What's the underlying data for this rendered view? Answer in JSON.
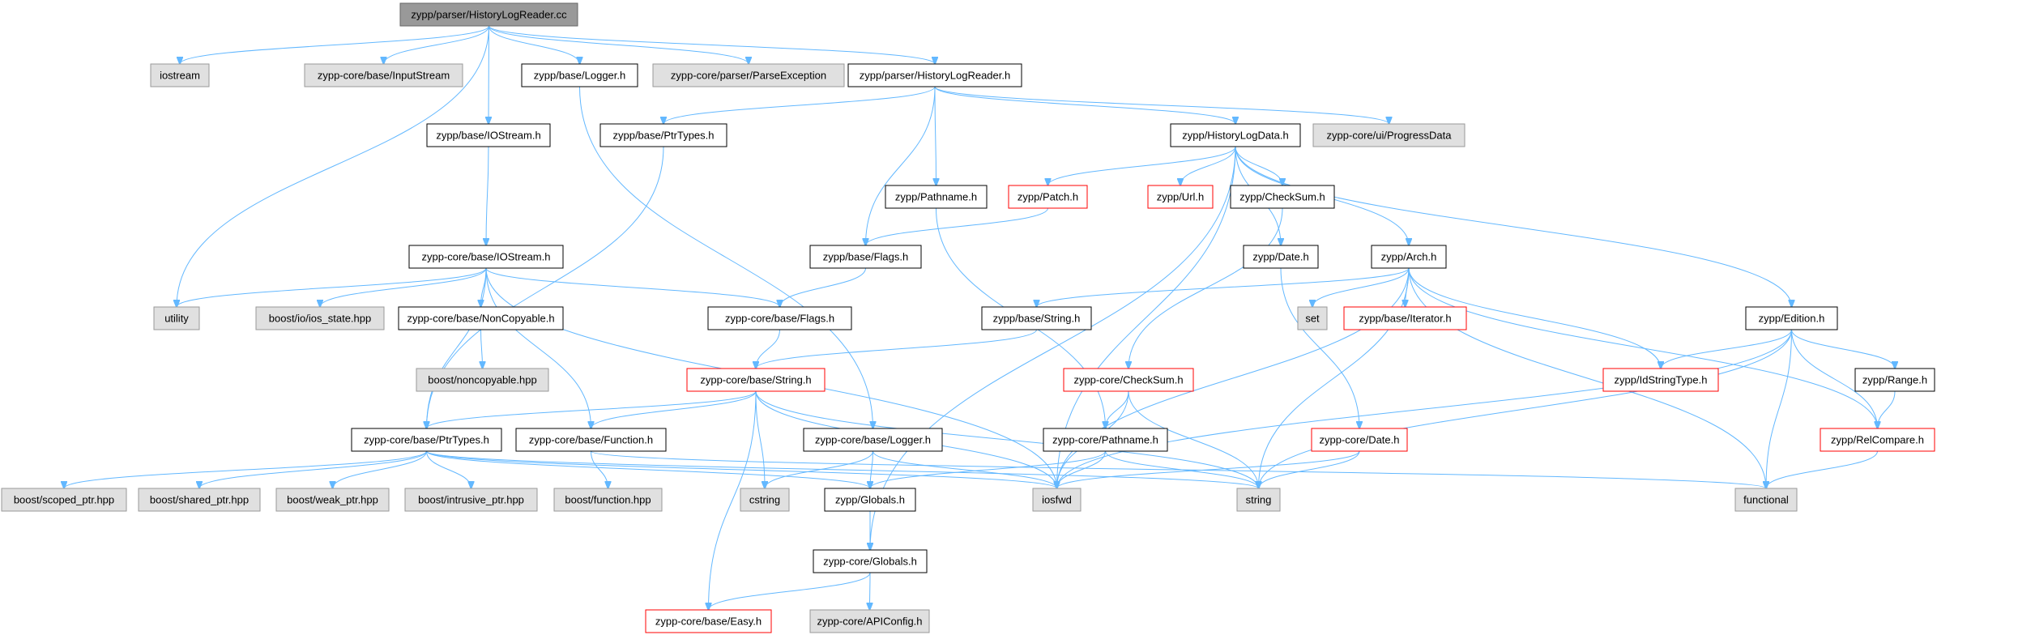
{
  "colors": {
    "edge": "#63b8ff",
    "root_fill": "#999999",
    "external_fill": "#e0e0e0",
    "incomplete_border": "#ff0000",
    "node_border": "#000000"
  },
  "nodes": [
    {
      "id": "root",
      "label": "zypp/parser/HistoryLogReader.cc",
      "style": "root"
    },
    {
      "id": "iostream",
      "label": "iostream",
      "style": "gray"
    },
    {
      "id": "inputstream",
      "label": "zypp-core/base/InputStream",
      "style": "gray"
    },
    {
      "id": "logger_h",
      "label": "zypp/base/Logger.h",
      "style": "white"
    },
    {
      "id": "parseexception",
      "label": "zypp-core/parser/ParseException",
      "style": "gray"
    },
    {
      "id": "historylogreader_h",
      "label": "zypp/parser/HistoryLogReader.h",
      "style": "white"
    },
    {
      "id": "iostream_h",
      "label": "zypp/base/IOStream.h",
      "style": "white"
    },
    {
      "id": "ptrtypes_h",
      "label": "zypp/base/PtrTypes.h",
      "style": "white"
    },
    {
      "id": "historylogdata_h",
      "label": "zypp/HistoryLogData.h",
      "style": "white"
    },
    {
      "id": "progressdata",
      "label": "zypp-core/ui/ProgressData",
      "style": "gray"
    },
    {
      "id": "pathname_h",
      "label": "zypp/Pathname.h",
      "style": "white"
    },
    {
      "id": "patch_h",
      "label": "zypp/Patch.h",
      "style": "red"
    },
    {
      "id": "url_h",
      "label": "zypp/Url.h",
      "style": "red"
    },
    {
      "id": "checksum_h",
      "label": "zypp/CheckSum.h",
      "style": "white"
    },
    {
      "id": "core_iostream_h",
      "label": "zypp-core/base/IOStream.h",
      "style": "white"
    },
    {
      "id": "flags_h",
      "label": "zypp/base/Flags.h",
      "style": "white"
    },
    {
      "id": "date_h",
      "label": "zypp/Date.h",
      "style": "white"
    },
    {
      "id": "arch_h",
      "label": "zypp/Arch.h",
      "style": "white"
    },
    {
      "id": "utility",
      "label": "utility",
      "style": "gray"
    },
    {
      "id": "ios_state",
      "label": "boost/io/ios_state.hpp",
      "style": "gray"
    },
    {
      "id": "noncopyable_h",
      "label": "zypp-core/base/NonCopyable.h",
      "style": "white"
    },
    {
      "id": "core_flags_h",
      "label": "zypp-core/base/Flags.h",
      "style": "white"
    },
    {
      "id": "string_h",
      "label": "zypp/base/String.h",
      "style": "white"
    },
    {
      "id": "set",
      "label": "set",
      "style": "gray"
    },
    {
      "id": "iterator_h",
      "label": "zypp/base/Iterator.h",
      "style": "red"
    },
    {
      "id": "edition_h",
      "label": "zypp/Edition.h",
      "style": "white"
    },
    {
      "id": "noncopyable_hpp",
      "label": "boost/noncopyable.hpp",
      "style": "gray"
    },
    {
      "id": "core_string_h",
      "label": "zypp-core/base/String.h",
      "style": "red"
    },
    {
      "id": "core_checksum_h",
      "label": "zypp-core/CheckSum.h",
      "style": "red"
    },
    {
      "id": "idstringtype_h",
      "label": "zypp/IdStringType.h",
      "style": "red"
    },
    {
      "id": "range_h",
      "label": "zypp/Range.h",
      "style": "white"
    },
    {
      "id": "core_ptrtypes_h",
      "label": "zypp-core/base/PtrTypes.h",
      "style": "white"
    },
    {
      "id": "core_function_h",
      "label": "zypp-core/base/Function.h",
      "style": "white"
    },
    {
      "id": "core_logger_h",
      "label": "zypp-core/base/Logger.h",
      "style": "white"
    },
    {
      "id": "core_pathname_h",
      "label": "zypp-core/Pathname.h",
      "style": "white"
    },
    {
      "id": "core_date_h",
      "label": "zypp-core/Date.h",
      "style": "red"
    },
    {
      "id": "relcompare_h",
      "label": "zypp/RelCompare.h",
      "style": "red"
    },
    {
      "id": "scoped_ptr",
      "label": "boost/scoped_ptr.hpp",
      "style": "gray"
    },
    {
      "id": "shared_ptr",
      "label": "boost/shared_ptr.hpp",
      "style": "gray"
    },
    {
      "id": "weak_ptr",
      "label": "boost/weak_ptr.hpp",
      "style": "gray"
    },
    {
      "id": "intrusive_ptr",
      "label": "boost/intrusive_ptr.hpp",
      "style": "gray"
    },
    {
      "id": "function_hpp",
      "label": "boost/function.hpp",
      "style": "gray"
    },
    {
      "id": "cstring",
      "label": "cstring",
      "style": "gray"
    },
    {
      "id": "globals_h",
      "label": "zypp/Globals.h",
      "style": "white"
    },
    {
      "id": "iosfwd",
      "label": "iosfwd",
      "style": "gray"
    },
    {
      "id": "string",
      "label": "string",
      "style": "gray"
    },
    {
      "id": "functional",
      "label": "functional",
      "style": "gray"
    },
    {
      "id": "core_globals_h",
      "label": "zypp-core/Globals.h",
      "style": "white"
    },
    {
      "id": "core_easy_h",
      "label": "zypp-core/base/Easy.h",
      "style": "red"
    },
    {
      "id": "apiconfig_h",
      "label": "zypp-core/APIConfig.h",
      "style": "gray"
    }
  ],
  "edges": [
    [
      "root",
      "iostream"
    ],
    [
      "root",
      "inputstream"
    ],
    [
      "root",
      "logger_h"
    ],
    [
      "root",
      "parseexception"
    ],
    [
      "root",
      "historylogreader_h"
    ],
    [
      "root",
      "iostream_h"
    ],
    [
      "root",
      "utility"
    ],
    [
      "logger_h",
      "core_logger_h"
    ],
    [
      "historylogreader_h",
      "ptrtypes_h"
    ],
    [
      "historylogreader_h",
      "pathname_h"
    ],
    [
      "historylogreader_h",
      "flags_h"
    ],
    [
      "historylogreader_h",
      "historylogdata_h"
    ],
    [
      "historylogreader_h",
      "progressdata"
    ],
    [
      "iostream_h",
      "core_iostream_h"
    ],
    [
      "ptrtypes_h",
      "core_ptrtypes_h"
    ],
    [
      "historylogdata_h",
      "patch_h"
    ],
    [
      "historylogdata_h",
      "url_h"
    ],
    [
      "historylogdata_h",
      "checksum_h"
    ],
    [
      "historylogdata_h",
      "date_h"
    ],
    [
      "historylogdata_h",
      "arch_h"
    ],
    [
      "historylogdata_h",
      "edition_h"
    ],
    [
      "historylogdata_h",
      "iosfwd"
    ],
    [
      "historylogdata_h",
      "core_globals_h"
    ],
    [
      "pathname_h",
      "core_pathname_h"
    ],
    [
      "patch_h",
      "flags_h"
    ],
    [
      "checksum_h",
      "core_checksum_h"
    ],
    [
      "core_iostream_h",
      "utility"
    ],
    [
      "core_iostream_h",
      "ios_state"
    ],
    [
      "core_iostream_h",
      "noncopyable_h"
    ],
    [
      "core_iostream_h",
      "core_flags_h"
    ],
    [
      "core_iostream_h",
      "core_ptrtypes_h"
    ],
    [
      "core_iostream_h",
      "core_function_h"
    ],
    [
      "core_iostream_h",
      "iosfwd"
    ],
    [
      "flags_h",
      "core_flags_h"
    ],
    [
      "date_h",
      "core_date_h"
    ],
    [
      "arch_h",
      "string_h"
    ],
    [
      "arch_h",
      "set"
    ],
    [
      "arch_h",
      "iterator_h"
    ],
    [
      "arch_h",
      "idstringtype_h"
    ],
    [
      "arch_h",
      "relcompare_h"
    ],
    [
      "arch_h",
      "iosfwd"
    ],
    [
      "arch_h",
      "string"
    ],
    [
      "arch_h",
      "functional"
    ],
    [
      "noncopyable_h",
      "noncopyable_hpp"
    ],
    [
      "core_flags_h",
      "core_string_h"
    ],
    [
      "string_h",
      "core_string_h"
    ],
    [
      "edition_h",
      "idstringtype_h"
    ],
    [
      "edition_h",
      "range_h"
    ],
    [
      "edition_h",
      "relcompare_h"
    ],
    [
      "edition_h",
      "iosfwd"
    ],
    [
      "edition_h",
      "string"
    ],
    [
      "edition_h",
      "functional"
    ],
    [
      "core_string_h",
      "core_ptrtypes_h"
    ],
    [
      "core_string_h",
      "core_function_h"
    ],
    [
      "core_string_h",
      "cstring"
    ],
    [
      "core_string_h",
      "iosfwd"
    ],
    [
      "core_string_h",
      "string"
    ],
    [
      "core_string_h",
      "core_easy_h"
    ],
    [
      "core_checksum_h",
      "core_pathname_h"
    ],
    [
      "core_checksum_h",
      "iosfwd"
    ],
    [
      "core_checksum_h",
      "string"
    ],
    [
      "range_h",
      "relcompare_h"
    ],
    [
      "core_ptrtypes_h",
      "scoped_ptr"
    ],
    [
      "core_ptrtypes_h",
      "shared_ptr"
    ],
    [
      "core_ptrtypes_h",
      "weak_ptr"
    ],
    [
      "core_ptrtypes_h",
      "intrusive_ptr"
    ],
    [
      "core_ptrtypes_h",
      "globals_h"
    ],
    [
      "core_ptrtypes_h",
      "iosfwd"
    ],
    [
      "core_ptrtypes_h",
      "string"
    ],
    [
      "core_function_h",
      "function_hpp"
    ],
    [
      "core_function_h",
      "functional"
    ],
    [
      "core_logger_h",
      "cstring"
    ],
    [
      "core_logger_h",
      "globals_h"
    ],
    [
      "core_logger_h",
      "iosfwd"
    ],
    [
      "core_pathname_h",
      "globals_h"
    ],
    [
      "core_pathname_h",
      "iosfwd"
    ],
    [
      "core_pathname_h",
      "string"
    ],
    [
      "core_date_h",
      "iosfwd"
    ],
    [
      "core_date_h",
      "string"
    ],
    [
      "relcompare_h",
      "functional"
    ],
    [
      "globals_h",
      "core_globals_h"
    ],
    [
      "core_globals_h",
      "core_easy_h"
    ],
    [
      "core_globals_h",
      "apiconfig_h"
    ]
  ]
}
